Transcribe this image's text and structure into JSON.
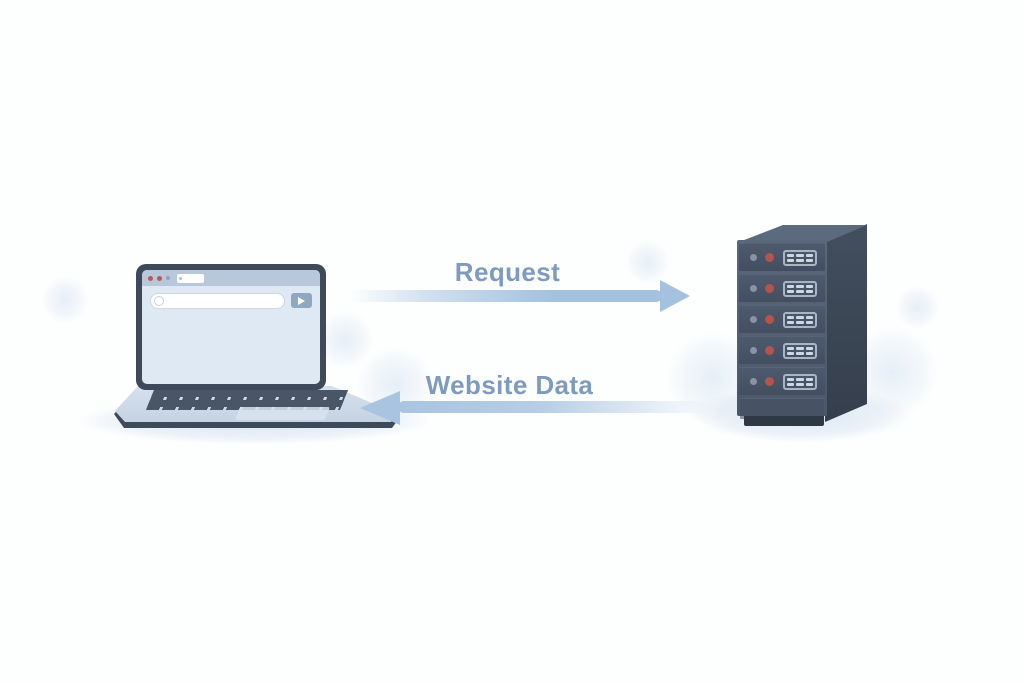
{
  "diagram": {
    "type": "client-server-communication",
    "request_arrow": {
      "label": "Request",
      "direction": "right",
      "from": "laptop",
      "to": "server",
      "color": "#a4c1e0",
      "label_color": "#7e9bbf"
    },
    "response_arrow": {
      "label": "Website Data",
      "direction": "left",
      "from": "server",
      "to": "laptop",
      "color": "#a9c4e1",
      "label_color": "#7e9bbf"
    },
    "client": {
      "type": "laptop",
      "browser": {
        "traffic_light_colors": [
          "#c2574d",
          "#c2574d",
          "#8fa3b8"
        ],
        "search_value": "",
        "frame_color": "#3e4959",
        "screen_color": "#dfe9f4",
        "titlebar_color": "#b7c8da"
      }
    },
    "server": {
      "type": "rack-tower",
      "unit_count": 5,
      "front_color": "#5a687b",
      "side_color": "#3b4654",
      "unit_color": "#475365",
      "led_colors": [
        "#8893a3",
        "#b5544a"
      ],
      "vent_slots_per_unit": 6
    }
  }
}
